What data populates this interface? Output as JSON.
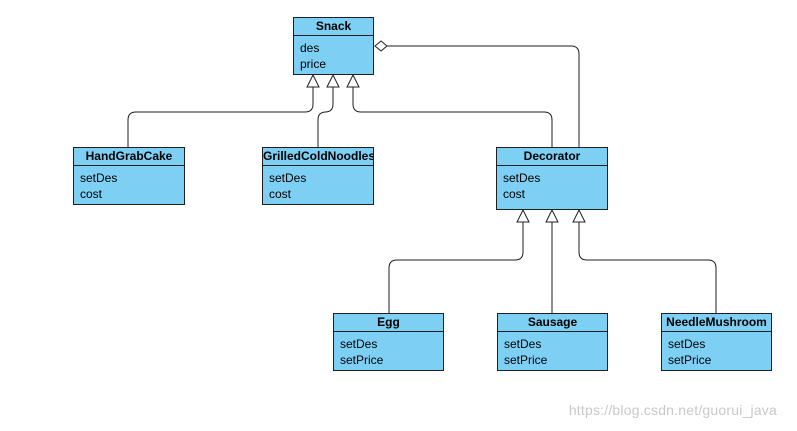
{
  "diagram": {
    "classes": {
      "snack": {
        "name": "Snack",
        "attributes": [
          "des",
          "price"
        ]
      },
      "hand_grab_cake": {
        "name": "HandGrabCake",
        "attributes": [
          "setDes",
          "cost"
        ]
      },
      "grilled_cold_noodles": {
        "name": "GrilledColdNoodles",
        "attributes": [
          "setDes",
          "cost"
        ]
      },
      "decorator": {
        "name": "Decorator",
        "attributes": [
          "setDes",
          "cost"
        ]
      },
      "egg": {
        "name": "Egg",
        "attributes": [
          "setDes",
          "setPrice"
        ]
      },
      "sausage": {
        "name": "Sausage",
        "attributes": [
          "setDes",
          "setPrice"
        ]
      },
      "needle_mushroom": {
        "name": "NeedleMushroom",
        "attributes": [
          "setDes",
          "setPrice"
        ]
      }
    },
    "relations": [
      {
        "from": "HandGrabCake",
        "to": "Snack",
        "type": "inheritance"
      },
      {
        "from": "GrilledColdNoodles",
        "to": "Snack",
        "type": "inheritance"
      },
      {
        "from": "Decorator",
        "to": "Snack",
        "type": "inheritance"
      },
      {
        "from": "Decorator",
        "to": "Snack",
        "type": "aggregation"
      },
      {
        "from": "Egg",
        "to": "Decorator",
        "type": "inheritance"
      },
      {
        "from": "Sausage",
        "to": "Decorator",
        "type": "inheritance"
      },
      {
        "from": "NeedleMushroom",
        "to": "Decorator",
        "type": "inheritance"
      }
    ],
    "colors": {
      "class_fill": "#7ecff4",
      "line": "#1f1f1f"
    }
  },
  "watermark": "https://blog.csdn.net/guorui_java"
}
